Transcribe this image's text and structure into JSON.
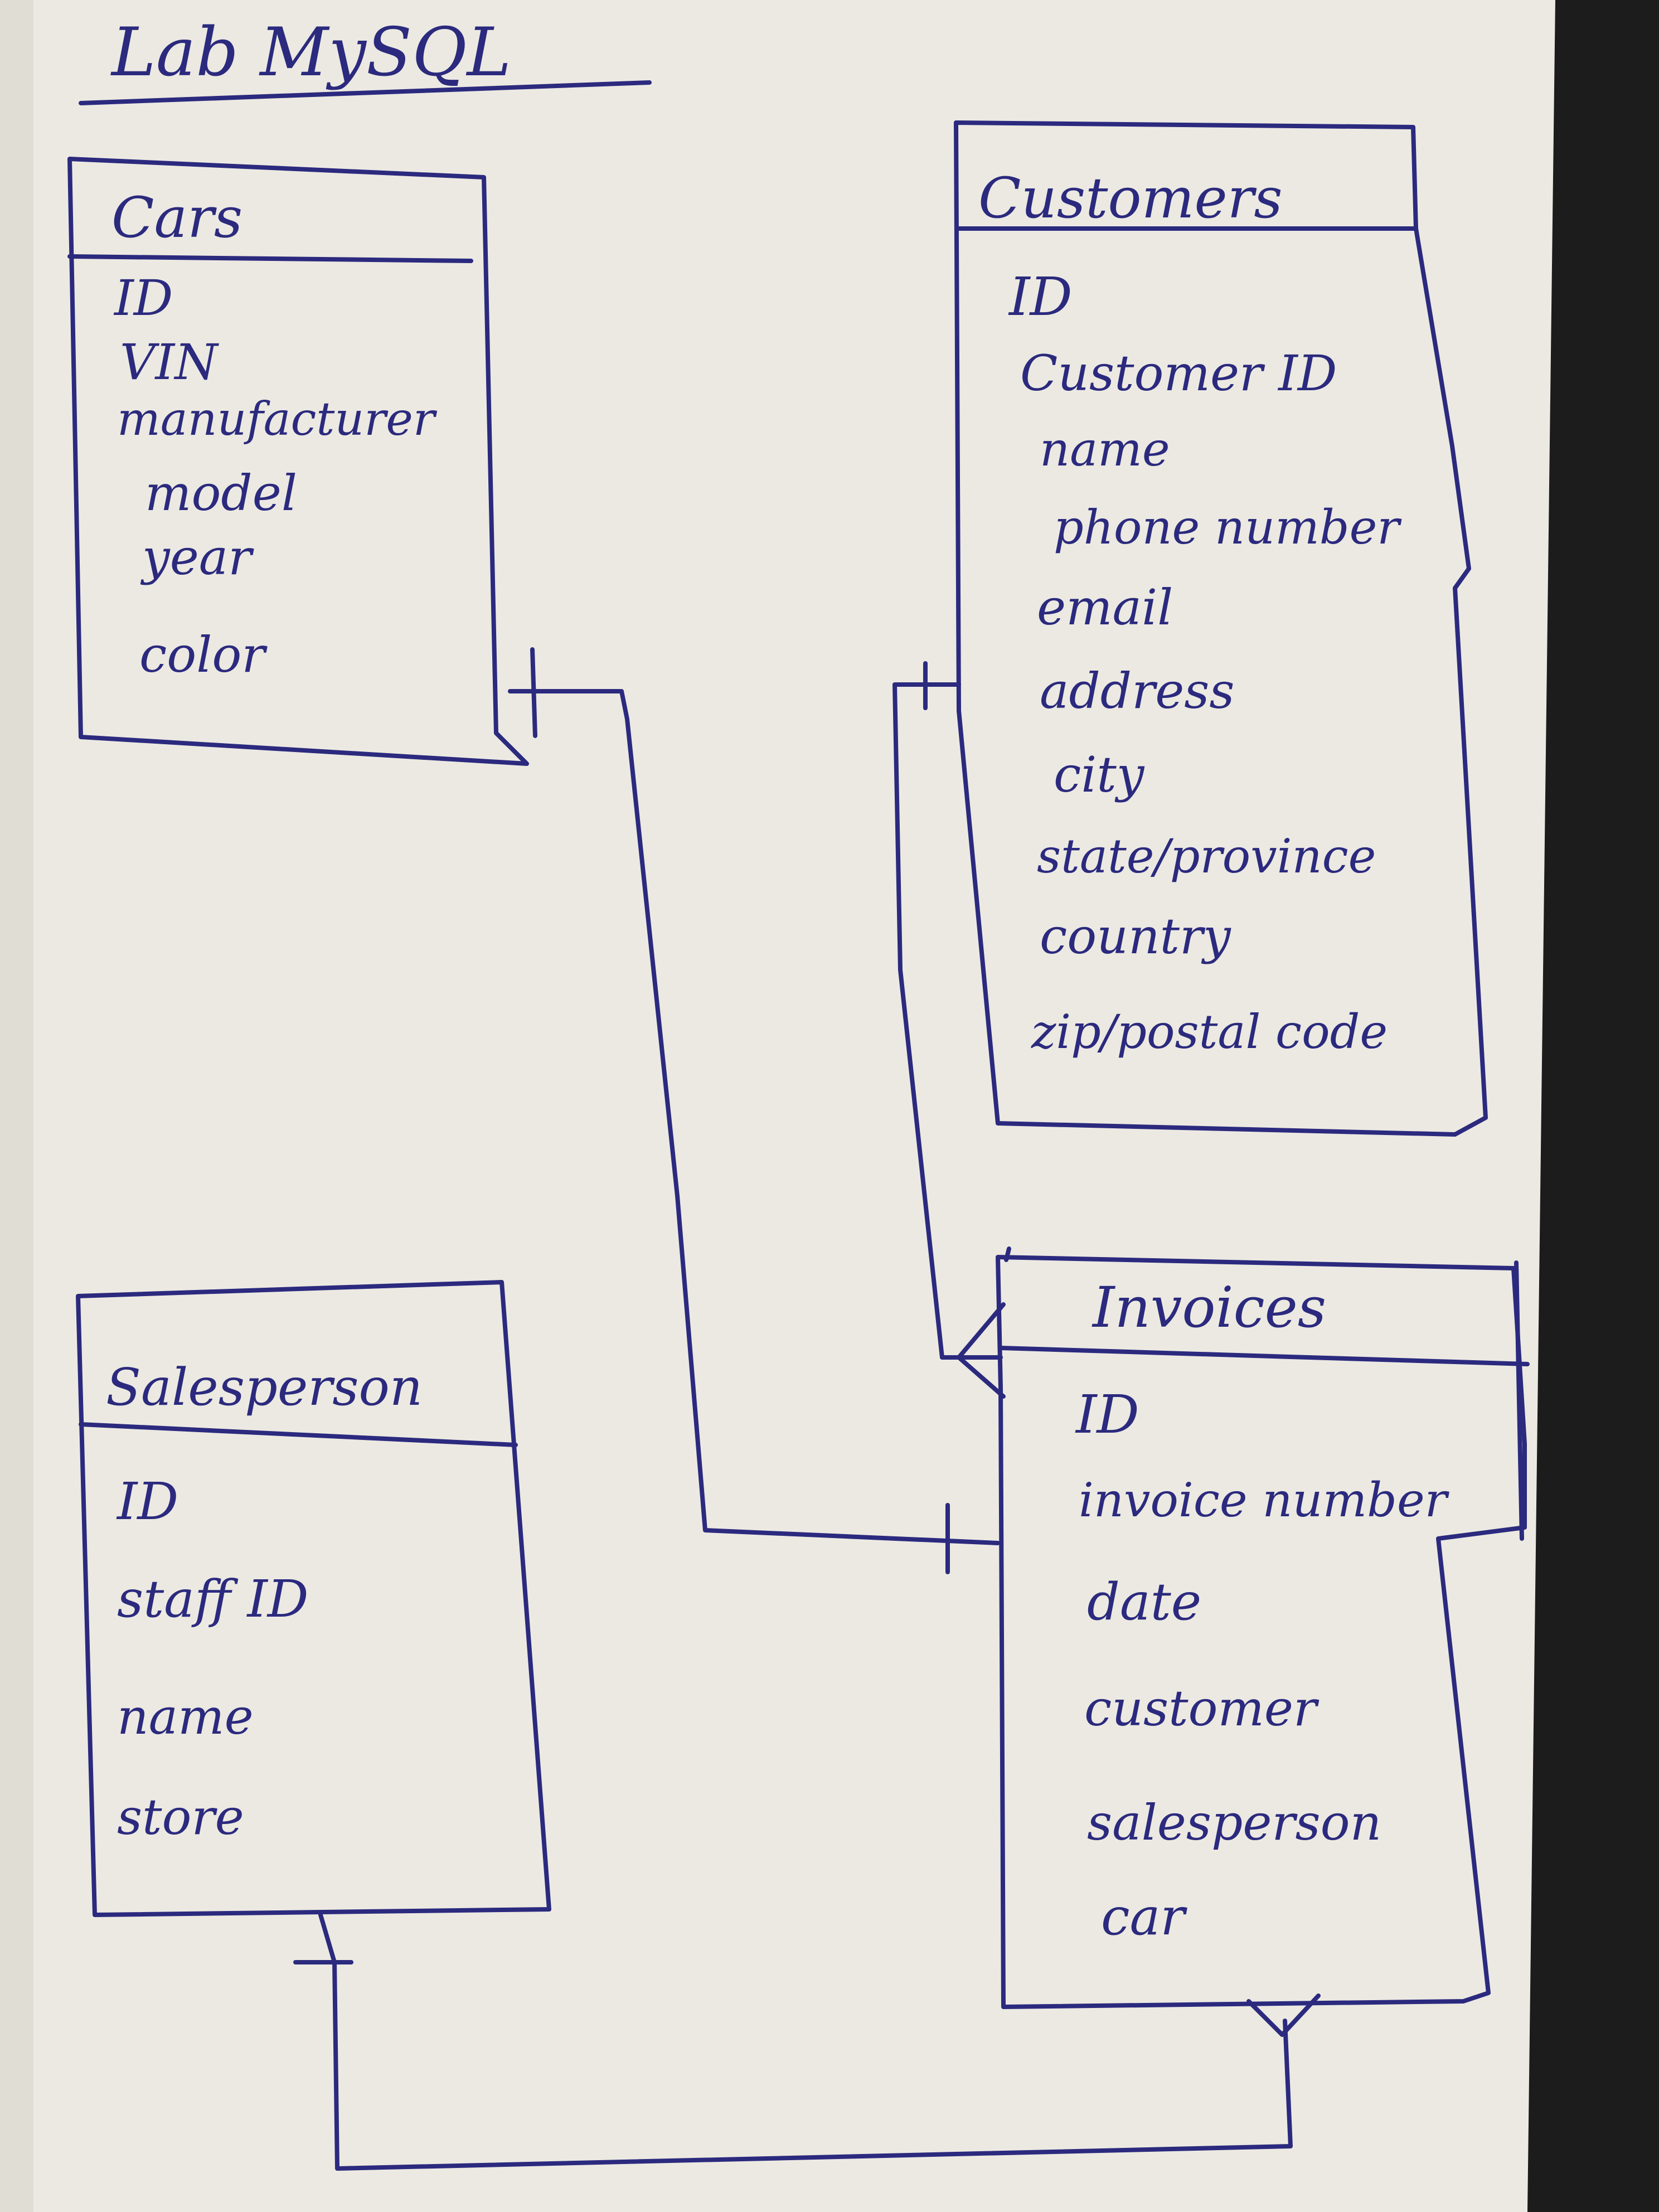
{
  "title": "Lab MySQL",
  "entities": {
    "cars": {
      "name": "Cars",
      "fields": [
        "ID",
        "VIN",
        "manufacturer",
        "model",
        "year",
        "color"
      ]
    },
    "customers": {
      "name": "Customers",
      "fields": [
        "ID",
        "Customer ID",
        "name",
        "phone number",
        "email",
        "address",
        "city",
        "state/province",
        "country",
        "zip/postal code"
      ]
    },
    "salesperson": {
      "name": "Salesperson",
      "fields": [
        "ID",
        "staff ID",
        "name",
        "store"
      ]
    },
    "invoices": {
      "name": "Invoices",
      "fields": [
        "ID",
        "invoice number",
        "date",
        "customer",
        "salesperson",
        "car"
      ]
    }
  },
  "relationships": [
    {
      "from": "Cars",
      "to": "Invoices",
      "from_cardinality": "one",
      "to_cardinality": "one"
    },
    {
      "from": "Customers",
      "to": "Invoices",
      "from_cardinality": "one",
      "to_cardinality": "many"
    },
    {
      "from": "Salesperson",
      "to": "Invoices",
      "from_cardinality": "one",
      "to_cardinality": "many"
    }
  ],
  "colors": {
    "ink": "#2b2a7e",
    "paper": "#ece9e2",
    "background": "#1c1c1c"
  }
}
